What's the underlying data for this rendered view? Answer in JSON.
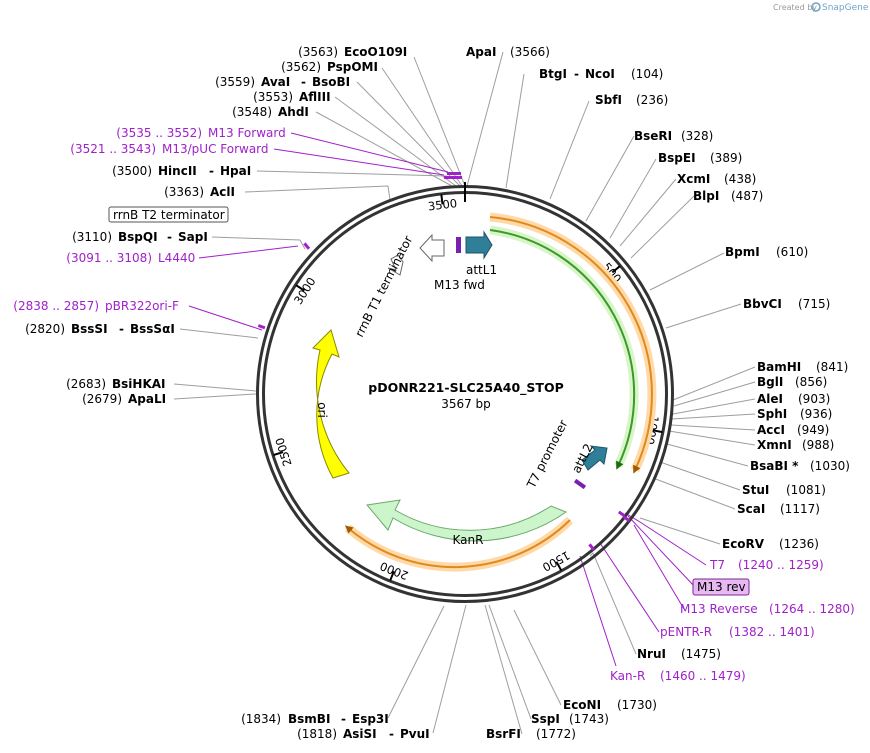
{
  "credit": {
    "prefix": "Created by",
    "brand": "SnapGene"
  },
  "plasmid": {
    "name": "pDONR221-SLC25A40_STOP",
    "length_label": "3567 bp",
    "length": 3567
  },
  "ticks": [
    "500",
    "1000",
    "1500",
    "2000",
    "2500",
    "3000",
    "3500"
  ],
  "enzymes": [
    {
      "name": "EcoO109I",
      "pos": "(3563)"
    },
    {
      "name": "ApaI",
      "pos": "(3566)"
    },
    {
      "name": "PspOMI",
      "pos": "(3562)"
    },
    {
      "name": "BtgI",
      "name2": "NcoI",
      "pos": "(104)"
    },
    {
      "name": "AvaI",
      "name2": "BsoBI",
      "pos": "(3559)"
    },
    {
      "name": "AflIII",
      "pos": "(3553)"
    },
    {
      "name": "SbfI",
      "pos": "(236)"
    },
    {
      "name": "AhdI",
      "pos": "(3548)"
    },
    {
      "name": "BseRI",
      "pos": "(328)"
    },
    {
      "name": "HincII",
      "name2": "HpaI",
      "pos": "(3500)"
    },
    {
      "name": "BspEI",
      "pos": "(389)"
    },
    {
      "name": "XcmI",
      "pos": "(438)"
    },
    {
      "name": "AclI",
      "pos": "(3363)"
    },
    {
      "name": "BlpI",
      "pos": "(487)"
    },
    {
      "name": "BspQI",
      "name2": "SapI",
      "pos": "(3110)"
    },
    {
      "name": "BpmI",
      "pos": "(610)"
    },
    {
      "name": "BbvCI",
      "pos": "(715)"
    },
    {
      "name": "BssSI",
      "name2": "BssSαI",
      "pos": "(2820)"
    },
    {
      "name": "BamHI",
      "pos": "(841)"
    },
    {
      "name": "BglI",
      "pos": "(856)"
    },
    {
      "name": "BsiHKAI",
      "pos": "(2683)"
    },
    {
      "name": "ApaLI",
      "pos": "(2679)"
    },
    {
      "name": "AleI",
      "pos": "(903)"
    },
    {
      "name": "SphI",
      "pos": "(936)"
    },
    {
      "name": "AccI",
      "pos": "(949)"
    },
    {
      "name": "XmnI",
      "pos": "(988)"
    },
    {
      "name": "BsaBI *",
      "pos": "(1030)"
    },
    {
      "name": "StuI",
      "pos": "(1081)"
    },
    {
      "name": "ScaI",
      "pos": "(1117)"
    },
    {
      "name": "EcoRV",
      "pos": "(1236)"
    },
    {
      "name": "NruI",
      "pos": "(1475)"
    },
    {
      "name": "EcoNI",
      "pos": "(1730)"
    },
    {
      "name": "BsmBI",
      "name2": "Esp3I",
      "pos": "(1834)"
    },
    {
      "name": "SspI",
      "pos": "(1743)"
    },
    {
      "name": "AsiSI",
      "name2": "PvuI",
      "pos": "(1818)"
    },
    {
      "name": "BsrFI",
      "pos": "(1772)"
    }
  ],
  "primers": [
    {
      "name": "M13 Forward",
      "range": "(3535 .. 3552)"
    },
    {
      "name": "M13/pUC Forward",
      "range": "(3521 .. 3543)"
    },
    {
      "name": "L4440",
      "range": "(3091 .. 3108)"
    },
    {
      "name": "pBR322ori-F",
      "range": "(2838 .. 2857)"
    },
    {
      "name": "T7",
      "range": "(1240 .. 1259)"
    },
    {
      "name": "M13 rev",
      "range": ""
    },
    {
      "name": "M13 Reverse",
      "range": "(1264 .. 1280)"
    },
    {
      "name": "pENTR-R",
      "range": "(1382 .. 1401)"
    },
    {
      "name": "Kan-R",
      "range": "(1460 .. 1479)"
    }
  ],
  "features": {
    "rrnB_T2": "rrnB T2 terminator",
    "rrnB_T1": "rrnB T1 terminator",
    "attL1": "attL1",
    "M13fwd": "M13 fwd",
    "T7prom": "T7 promoter",
    "attL2": "attL2",
    "ori": "ori",
    "KanR": "KanR"
  },
  "colors": {
    "backbone": "#333333",
    "primer": "#a021c9",
    "attL": "#2e7f97",
    "ori": "#ffff00",
    "kanR": "#ccf5cc",
    "orange": "#e08a1e",
    "green": "#3a9a2a",
    "label_line": "#9e9e9e"
  }
}
